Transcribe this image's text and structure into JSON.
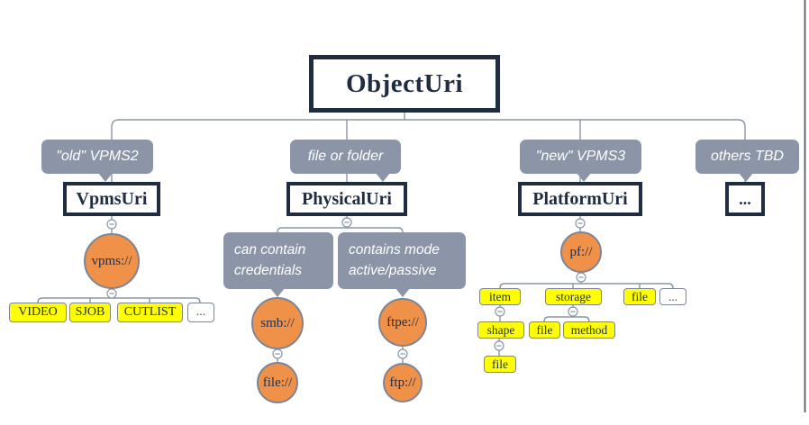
{
  "root_label": "ObjectUri",
  "branch_old": {
    "callout": "\"old\" VPMS2",
    "title": "VpmsUri",
    "scheme": "vpms://",
    "leaves": [
      "VIDEO",
      "SJOB",
      "CUTLIST",
      "..."
    ]
  },
  "branch_physical": {
    "callout": "file or folder",
    "title": "PhysicalUri",
    "note_credentials": "can contain credentials",
    "note_mode": "contains mode active/passive",
    "scheme_smb": "smb://",
    "scheme_file": "file://",
    "scheme_ftpe": "ftpe://",
    "scheme_ftp": "ftp://"
  },
  "branch_platform": {
    "callout": "\"new\" VPMS3",
    "title": "PlatformUri",
    "scheme": "pf://",
    "leaf_item": "item",
    "leaf_storage": "storage",
    "leaf_file": "file",
    "leaf_more": "...",
    "leaf_shape": "shape",
    "leaf_shape_file": "file",
    "leaf_storage_file": "file",
    "leaf_storage_method": "method"
  },
  "branch_others": {
    "callout": "others TBD",
    "title": "..."
  },
  "colors": {
    "navy": "#1f2c42",
    "slate": "#8c95a8",
    "orange": "#f09149",
    "yellow": "#ffff00",
    "connector": "#8b95a7",
    "page_edge": "#555a64"
  }
}
